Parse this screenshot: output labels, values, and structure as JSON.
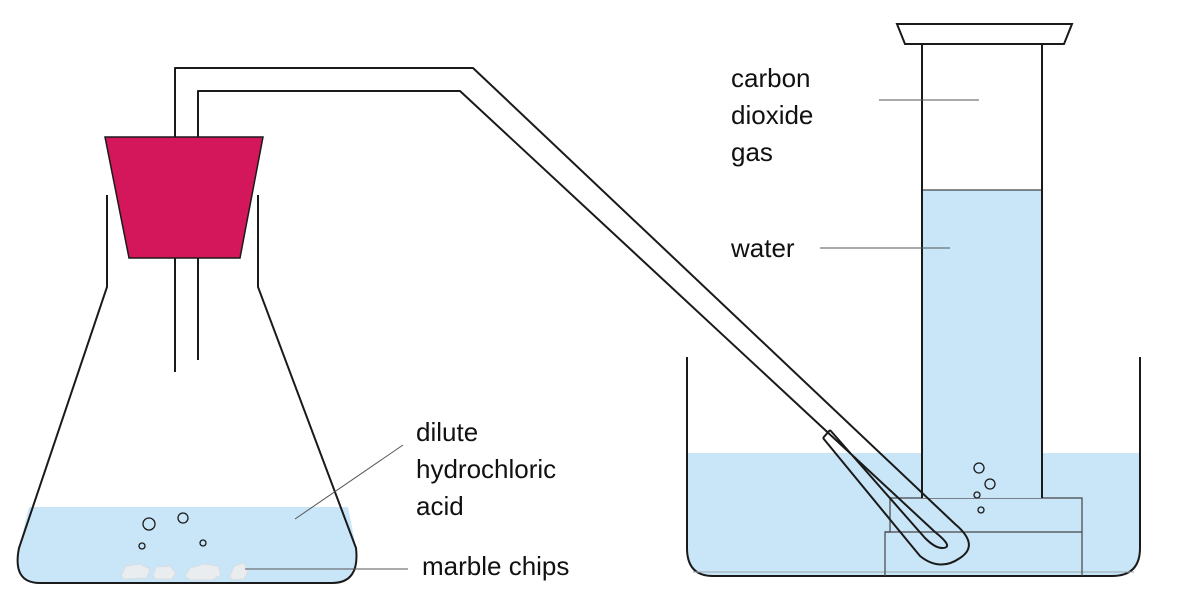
{
  "labels": {
    "carbon_dioxide_gas": [
      "carbon",
      "dioxide",
      "gas"
    ],
    "water": "water",
    "dilute_hydrochloric_acid": [
      "dilute",
      "hydrochloric",
      "acid"
    ],
    "marble_chips": "marble chips"
  },
  "colors": {
    "stopper": "#d4175a",
    "liquid": "#c9e6f8",
    "outline": "#1a1a1a",
    "marble": "#e9edf0",
    "leader_line": "#555555"
  }
}
